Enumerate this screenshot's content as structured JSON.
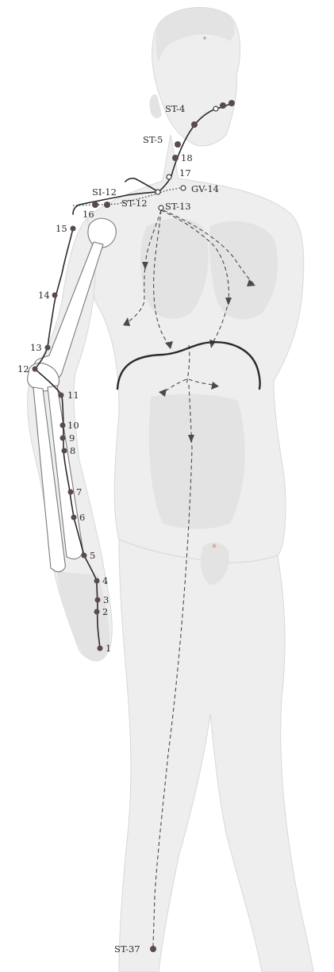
{
  "figure": {
    "labels": {
      "st4": "ST-4",
      "st5": "ST-5",
      "n18": "18",
      "n17": "17",
      "gv14": "GV-14",
      "si12": "SI-12",
      "st12": "ST-12",
      "st13": "ST-13",
      "n16": "16",
      "n15": "15",
      "n14": "14",
      "n13": "13",
      "n12": "12",
      "n11": "11",
      "n10": "10",
      "n9": "9",
      "n8": "8",
      "n7": "7",
      "n6": "6",
      "n5": "5",
      "n4": "4",
      "n3": "3",
      "n2": "2",
      "n1": "1",
      "st37": "ST-37"
    },
    "colors": {
      "point": "#5a4a4a",
      "line": "#2b2b2b",
      "body": "#eeeeee"
    }
  }
}
